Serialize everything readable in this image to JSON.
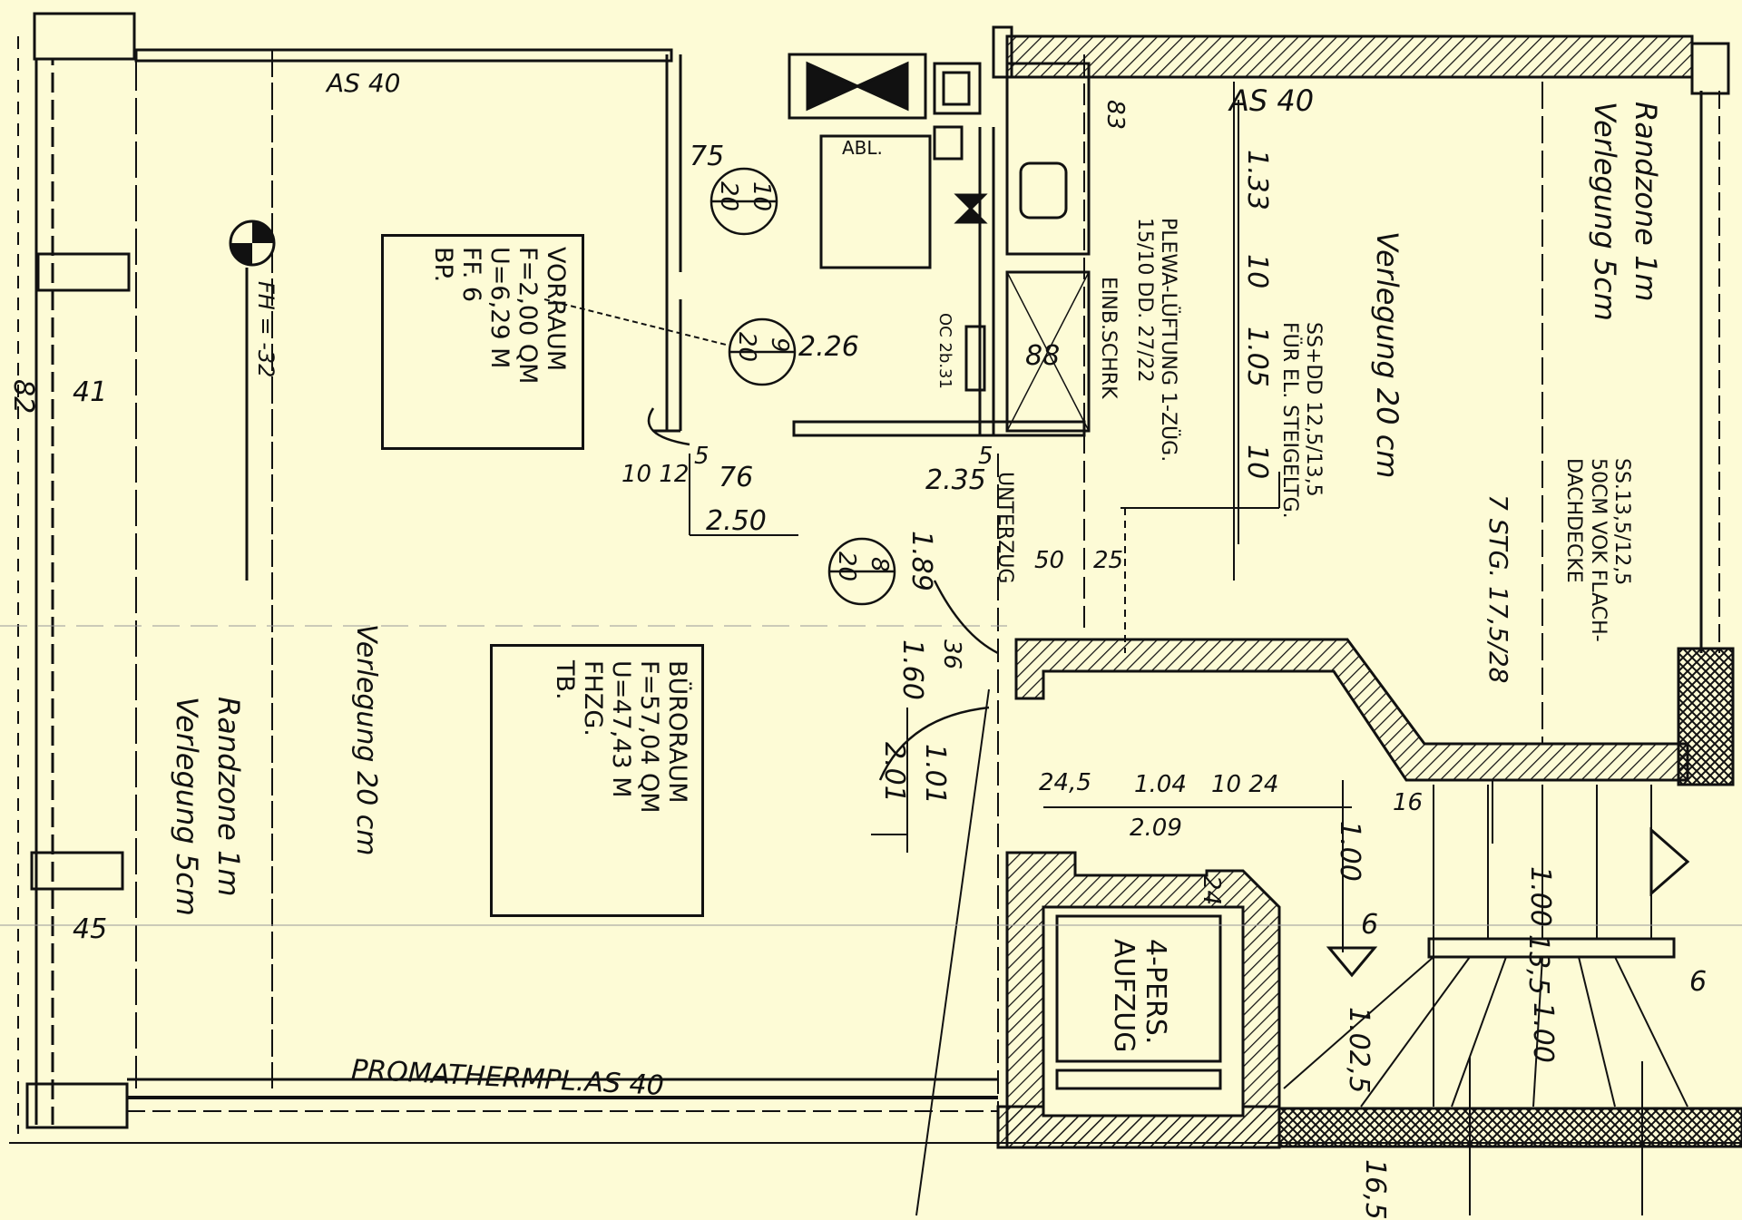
{
  "colors": {
    "paper": "#fdfbd6",
    "ink": "#111111"
  },
  "rooms": [
    {
      "key": "vorraum",
      "lines": [
        "VORRAUM",
        "F=2,00 QM",
        "U=6,29 M",
        "FF. 6",
        "BP."
      ]
    },
    {
      "key": "bueroraum",
      "lines": [
        "BÜRORAUM",
        "F=57,04 QM",
        "U=47,43 M",
        "FHZG.",
        "TB."
      ]
    }
  ],
  "labels": {
    "as40_top_left": "AS 40",
    "as40_top_right": "AS 40",
    "promatherm": "PROMATHERMPL.AS 40",
    "randzone_right_1": "Randzone 1m",
    "randzone_right_2": "Verlegung 5cm",
    "randzone_left_1": "Randzone 1m",
    "randzone_left_2": "Verlegung 5cm",
    "verlegung_right": "Verlegung 20 cm",
    "verlegung_left": "Verlegung 20 cm",
    "unterzug": "UNTERZUG",
    "einbauschrank": "EINB.SCHRK",
    "plewa_1": "PLEWA-LÜFTUNG 1-ZÜG.",
    "plewa_2": "15/10 DD. 27/22",
    "ss_dd_1": "SS+DD 12,5/13,5",
    "ss_dd_2": "FÜR EL. STEIGELTG.",
    "flachdecke_1": "SS.13,5/12,5",
    "flachdecke_2": "50CM VOK FLACH-",
    "flachdecke_3": "DACHDECKE",
    "stairs": "7 STG. 17,5/28",
    "lift_1": "4-PERS.",
    "lift_2": "AUFZUG",
    "abl": "ABL.",
    "fh": "FH = -32",
    "heights_vert": "OC 2b.31"
  },
  "dimensions": {
    "d75": "75",
    "d226": "2.26",
    "d1076": "10 12",
    "d5": "5",
    "d76": "76",
    "d250": "2.50",
    "d235": "2.35",
    "d5b": "5",
    "d88": "88",
    "d50": "50",
    "d25": "25",
    "d133": "1.33",
    "d10a": "10",
    "d105": "1.05",
    "d10b": "10",
    "d83": "83",
    "d245": "24,5",
    "d104": "1.04",
    "d1024": "10 24",
    "d209": "2.09",
    "d16": "16",
    "d100a": "1.00",
    "d100b": "1.00",
    "d135": "13,5",
    "d100c": "1.00",
    "d6a": "6",
    "d6b": "6",
    "d1025": "1.02,5",
    "d24": "24",
    "d165": "16,5",
    "d41": "41",
    "d45": "45",
    "d82": "82",
    "d101": "1.01",
    "d201": "2.01",
    "d160": "1.60",
    "d36": "36",
    "d189": "1.89"
  },
  "door_circles": [
    {
      "top": "10",
      "bottom": "20"
    },
    {
      "top": "9",
      "bottom": "20"
    },
    {
      "top": "8",
      "bottom": "20"
    }
  ]
}
